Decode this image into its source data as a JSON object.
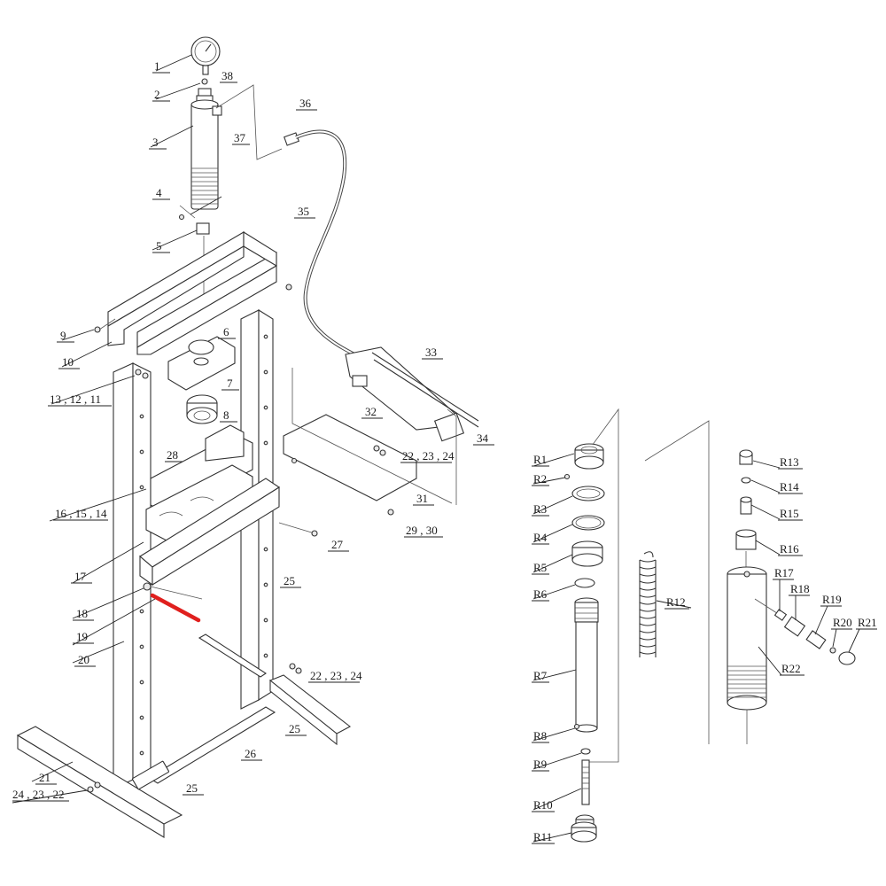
{
  "callouts": [
    {
      "id": "c1",
      "text": "1"
    },
    {
      "id": "c2",
      "text": "2"
    },
    {
      "id": "c38",
      "text": "38"
    },
    {
      "id": "c3",
      "text": "3"
    },
    {
      "id": "c37",
      "text": "37"
    },
    {
      "id": "c36",
      "text": "36"
    },
    {
      "id": "c4",
      "text": "4"
    },
    {
      "id": "c35",
      "text": "35"
    },
    {
      "id": "c5",
      "text": "5"
    },
    {
      "id": "c9",
      "text": "9"
    },
    {
      "id": "c6",
      "text": "6"
    },
    {
      "id": "c10",
      "text": "10"
    },
    {
      "id": "c7",
      "text": "7"
    },
    {
      "id": "c13",
      "text": "13 , 12 , 11"
    },
    {
      "id": "c8",
      "text": "8"
    },
    {
      "id": "c33",
      "text": "33"
    },
    {
      "id": "c32",
      "text": "32"
    },
    {
      "id": "c34",
      "text": "34"
    },
    {
      "id": "c28",
      "text": "28"
    },
    {
      "id": "c222324a",
      "text": "22 , 23 , 24"
    },
    {
      "id": "c31",
      "text": "31"
    },
    {
      "id": "c161514",
      "text": "16 , 15 , 14"
    },
    {
      "id": "c2930",
      "text": "29 , 30"
    },
    {
      "id": "c27",
      "text": "27"
    },
    {
      "id": "c17",
      "text": "17"
    },
    {
      "id": "c25a",
      "text": "25"
    },
    {
      "id": "c18",
      "text": "18"
    },
    {
      "id": "c19",
      "text": "19"
    },
    {
      "id": "c20",
      "text": "20"
    },
    {
      "id": "c222324b",
      "text": "22 , 23 , 24"
    },
    {
      "id": "c25b",
      "text": "25"
    },
    {
      "id": "c26",
      "text": "26"
    },
    {
      "id": "c21",
      "text": "21"
    },
    {
      "id": "c242322",
      "text": "24 , 23 , 22"
    },
    {
      "id": "c25c",
      "text": "25"
    },
    {
      "id": "cR1",
      "text": "R1"
    },
    {
      "id": "cR2",
      "text": "R2"
    },
    {
      "id": "cR3",
      "text": "R3"
    },
    {
      "id": "cR4",
      "text": "R4"
    },
    {
      "id": "cR5",
      "text": "R5"
    },
    {
      "id": "cR6",
      "text": "R6"
    },
    {
      "id": "cR7",
      "text": "R7"
    },
    {
      "id": "cR8",
      "text": "R8"
    },
    {
      "id": "cR9",
      "text": "R9"
    },
    {
      "id": "cR10",
      "text": "R10"
    },
    {
      "id": "cR11",
      "text": "R11"
    },
    {
      "id": "cR12",
      "text": "R12"
    },
    {
      "id": "cR13",
      "text": "R13"
    },
    {
      "id": "cR14",
      "text": "R14"
    },
    {
      "id": "cR15",
      "text": "R15"
    },
    {
      "id": "cR16",
      "text": "R16"
    },
    {
      "id": "cR17",
      "text": "R17"
    },
    {
      "id": "cR18",
      "text": "R18"
    },
    {
      "id": "cR19",
      "text": "R19"
    },
    {
      "id": "cR20",
      "text": "R20"
    },
    {
      "id": "cR21",
      "text": "R21"
    },
    {
      "id": "cR22",
      "text": "R22"
    }
  ],
  "colors": {
    "line": "#333333",
    "highlight": "#e0201e",
    "background": "#ffffff"
  }
}
